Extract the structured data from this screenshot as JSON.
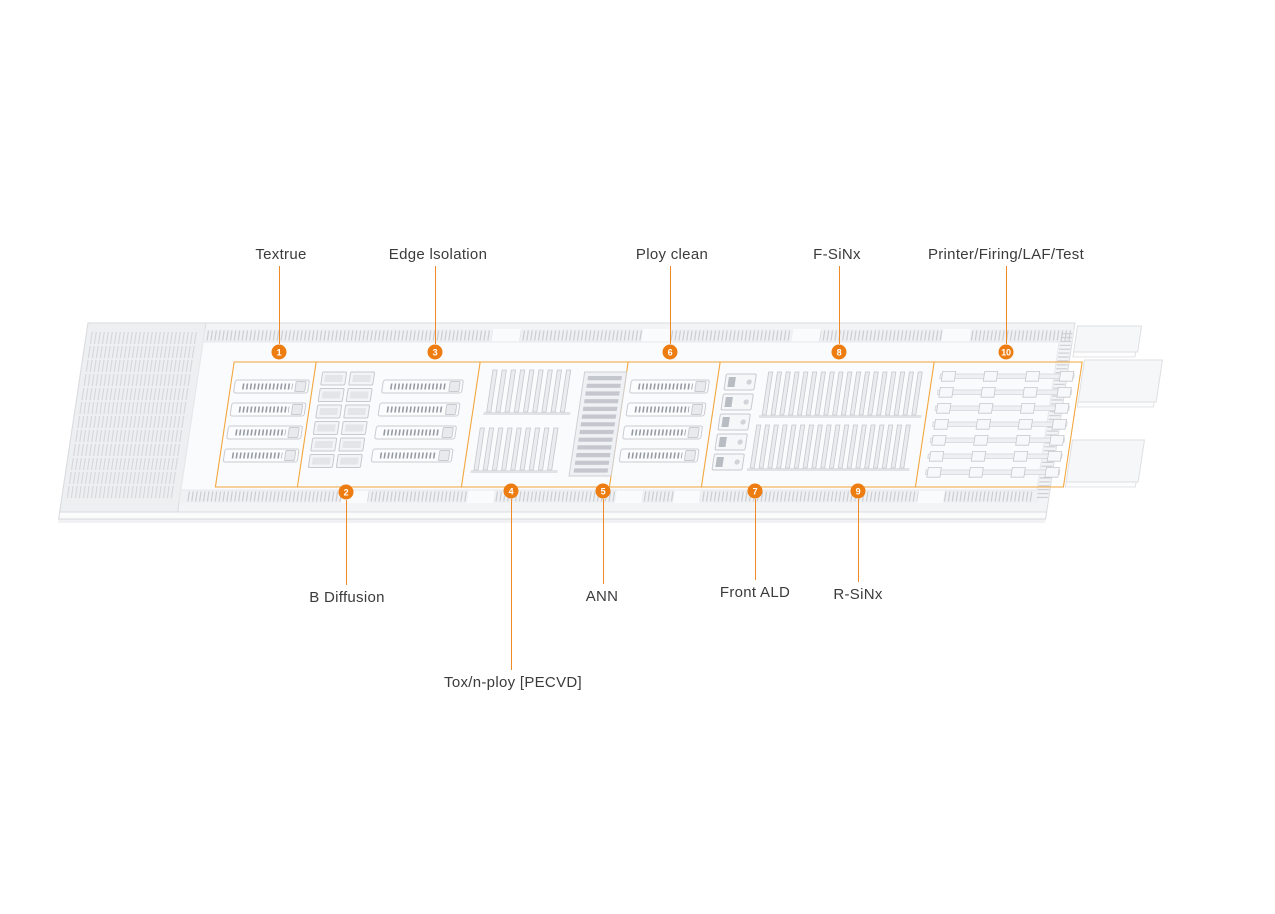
{
  "diagram": {
    "type": "factory-process-flow",
    "accent_color": "#ee7d11",
    "line_color": "#f08a26",
    "zone_outline_color": "#f3a63c",
    "callouts": [
      {
        "number": "1",
        "label": "Textrue"
      },
      {
        "number": "2",
        "label": "B Diffusion"
      },
      {
        "number": "3",
        "label": "Edge lsolation"
      },
      {
        "number": "4",
        "label": "Tox/n-ploy [PECVD]"
      },
      {
        "number": "5",
        "label": "ANN"
      },
      {
        "number": "6",
        "label": "Ploy clean"
      },
      {
        "number": "7",
        "label": "Front ALD"
      },
      {
        "number": "8",
        "label": "F-SiNx"
      },
      {
        "number": "9",
        "label": "R-SiNx"
      },
      {
        "number": "10",
        "label": "Printer/Firing/LAF/Test"
      }
    ]
  }
}
